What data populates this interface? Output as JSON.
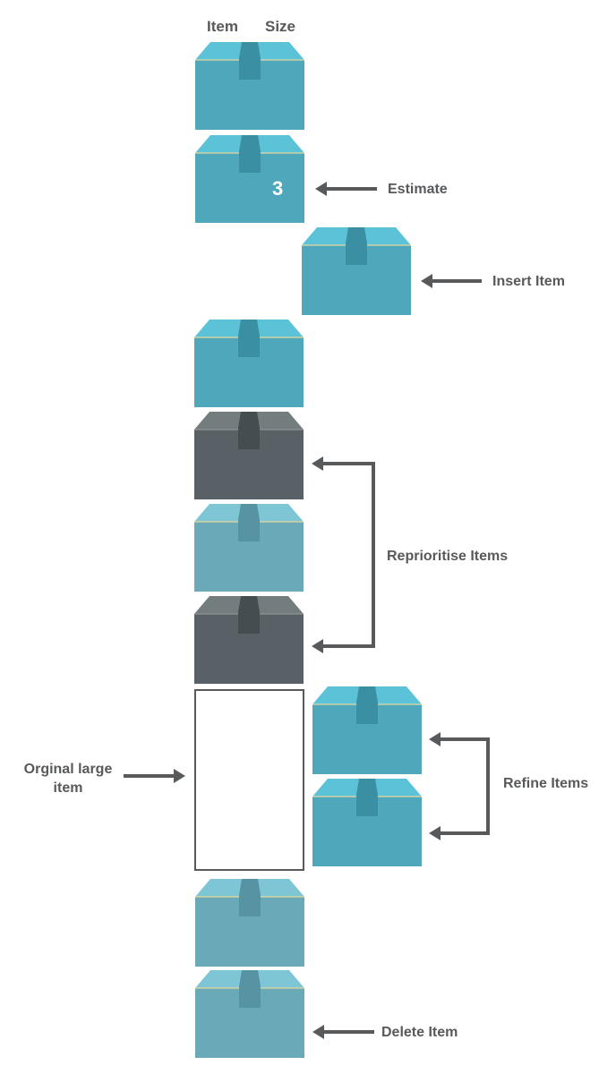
{
  "headers": {
    "item": "Item",
    "size": "Size"
  },
  "estimate_value": "3",
  "labels": {
    "estimate": "Estimate",
    "insert": "Insert Item",
    "reprioritise": "Reprioritise Items",
    "original_line1": "Orginal large",
    "original_line2": "item",
    "refine": "Refine Items",
    "delete": "Delete Item"
  },
  "colors": {
    "teal": "#4fa7bc",
    "teal_light": "#6aa9b8",
    "dark": "#5a6166",
    "arrow": "#58595b",
    "text": "#58595b"
  }
}
